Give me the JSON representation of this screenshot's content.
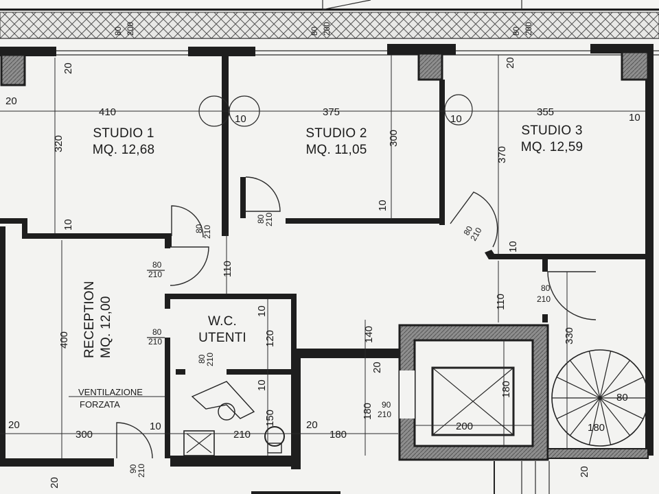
{
  "rooms": [
    {
      "name": "STUDIO 1",
      "area": "MQ. 12,68"
    },
    {
      "name": "STUDIO 2",
      "area": "MQ. 11,05"
    },
    {
      "name": "STUDIO 3",
      "area": "MQ. 12,59"
    },
    {
      "name": "RECEPTION",
      "area": "MQ. 12,00"
    },
    {
      "name": "W.C.",
      "area": "UTENTI"
    }
  ],
  "notes": {
    "ventilation_1": "VENTILAZIONE",
    "ventilation_2": "FORZATA"
  },
  "dimensions": {
    "d410": "410",
    "d375": "375",
    "d355": "355",
    "d320": "320",
    "d300v": "300",
    "d370": "370",
    "d400": "400",
    "d330": "330",
    "d300h": "300",
    "d180h": "180",
    "d200e": "200",
    "d180v": "180",
    "d180e": "180",
    "d180s": "180",
    "d120": "120",
    "d150": "150",
    "d110a": "110",
    "d110b": "110",
    "d140": "140",
    "d80s": "80",
    "d210w": "210",
    "d10": "10",
    "d20": "20"
  },
  "door_labels": {
    "top": "80",
    "bottom": "210",
    "wc_top": "90",
    "wc_bottom": "210"
  },
  "top_marks": {
    "a": "80",
    "b": "200"
  }
}
